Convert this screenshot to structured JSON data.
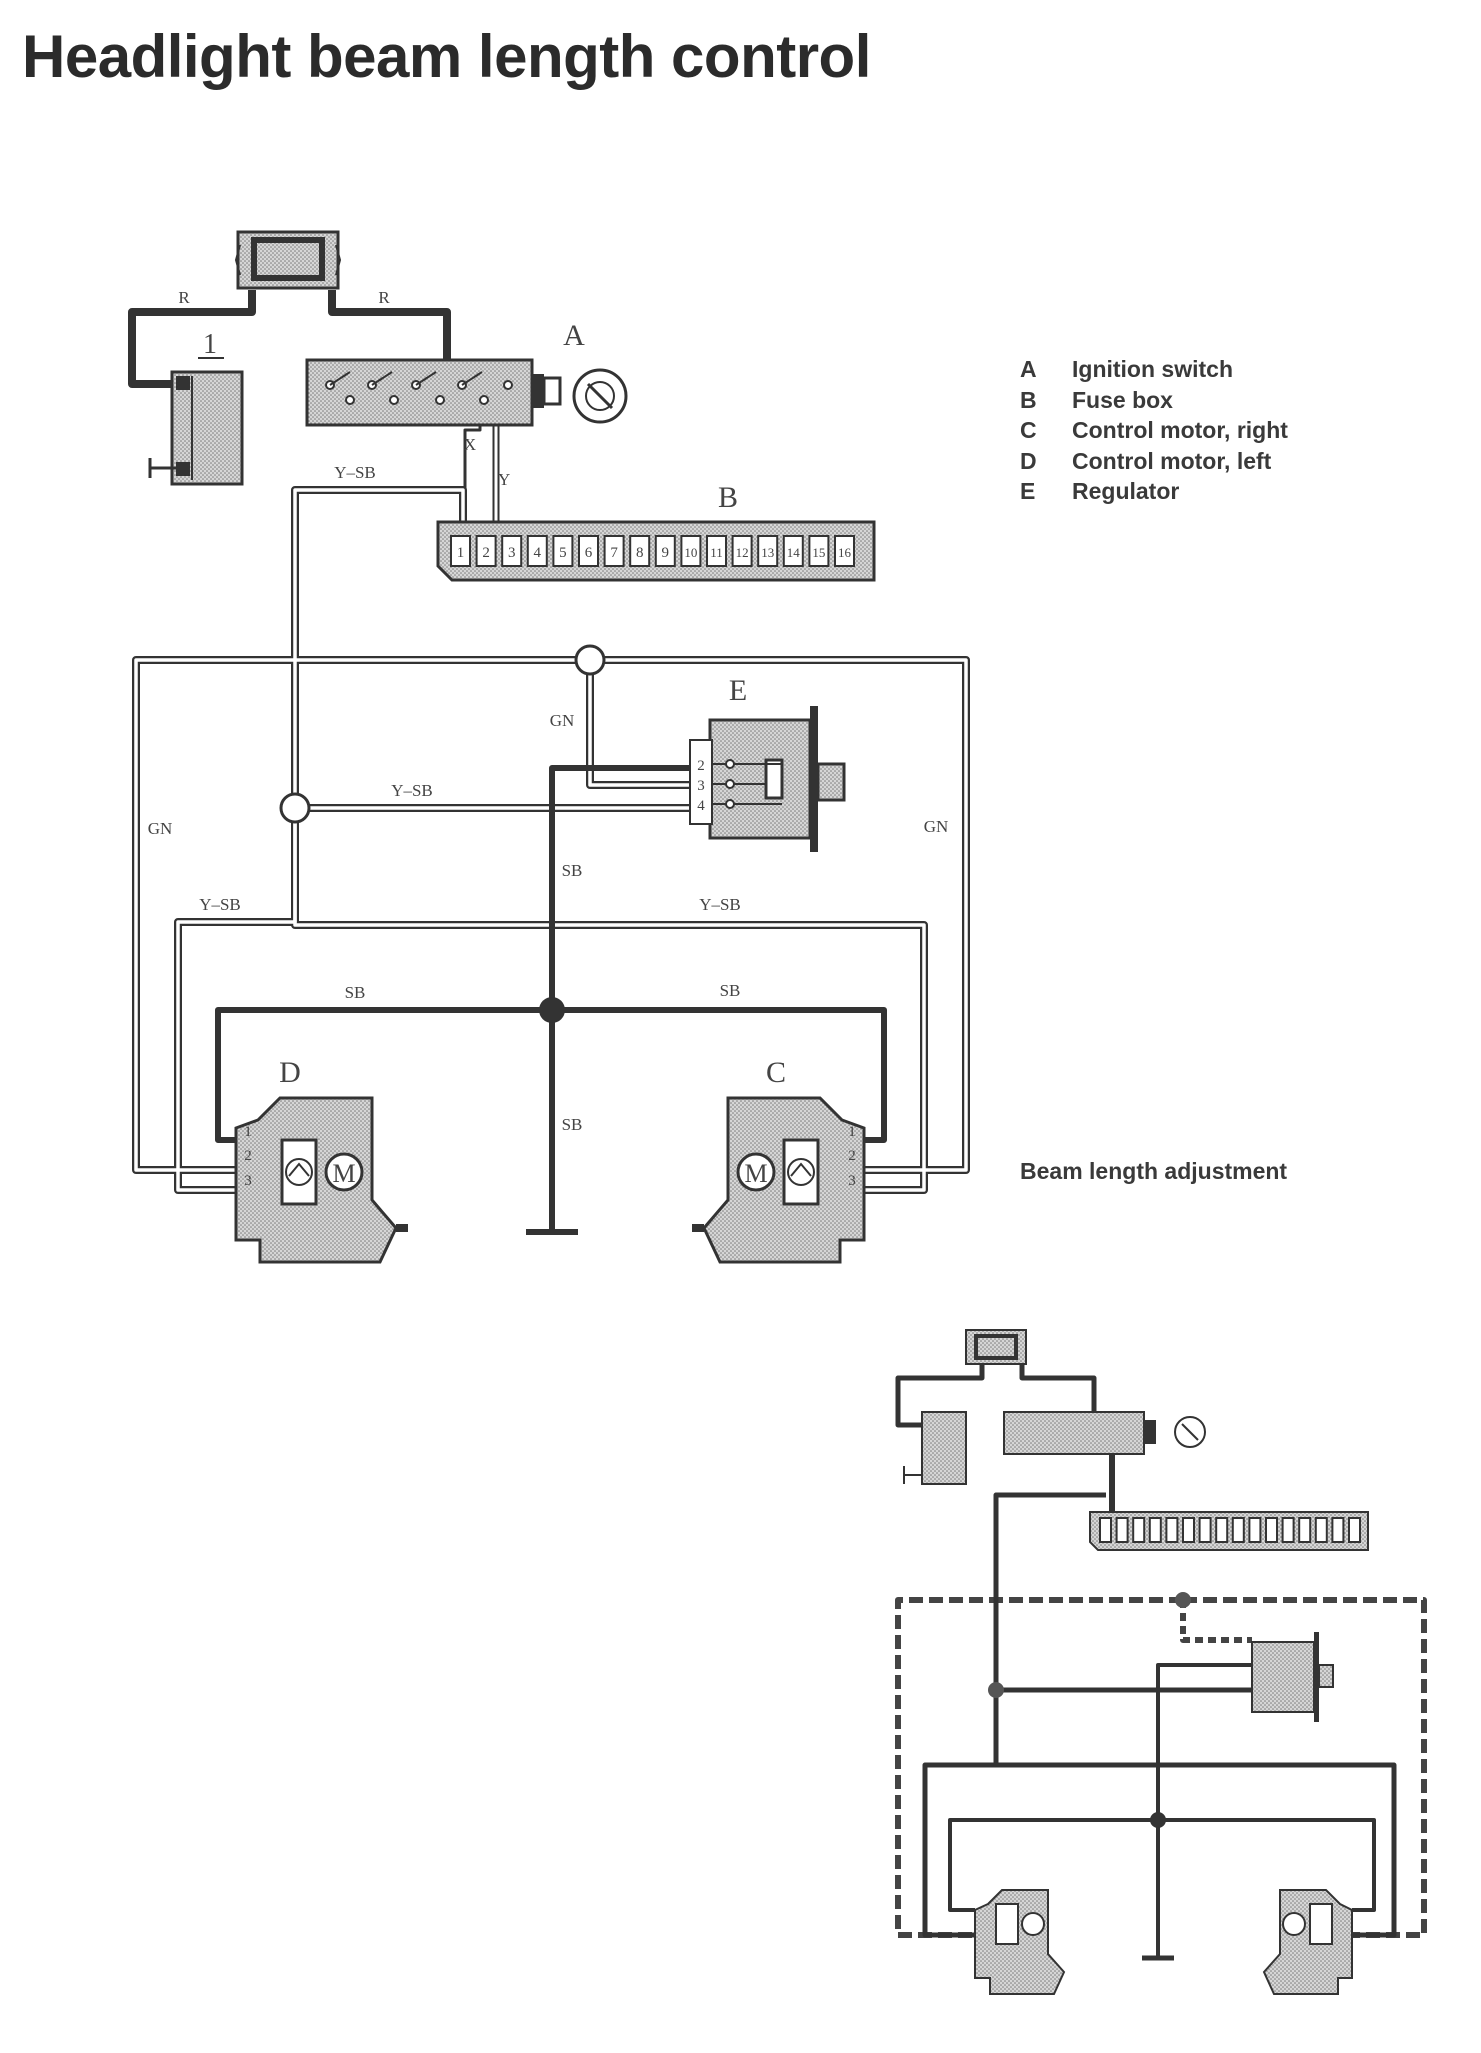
{
  "title": "Headlight beam length control",
  "legend": [
    {
      "key": "A",
      "label": "Ignition switch"
    },
    {
      "key": "B",
      "label": "Fuse box"
    },
    {
      "key": "C",
      "label": "Control motor, right"
    },
    {
      "key": "D",
      "label": "Control motor, left"
    },
    {
      "key": "E",
      "label": "Regulator"
    }
  ],
  "component_letters": {
    "A": "A",
    "B": "B",
    "C": "C",
    "D": "D",
    "E": "E"
  },
  "battery_number": "1",
  "wire_labels": {
    "r_left": "R",
    "r_right": "R",
    "x": "X",
    "y": "Y",
    "y_sb_top": "Y–SB",
    "y_sb_mid": "Y–SB",
    "y_sb_left": "Y–SB",
    "y_sb_right": "Y–SB",
    "gn_top": "GN",
    "gn_left": "GN",
    "gn_right": "GN",
    "sb_upper": "SB",
    "sb_left": "SB",
    "sb_right": "SB",
    "sb_lower": "SB"
  },
  "fuse_numbers": [
    "1",
    "2",
    "3",
    "4",
    "5",
    "6",
    "7",
    "8",
    "9",
    "10",
    "11",
    "12",
    "13",
    "14",
    "15",
    "16"
  ],
  "regulator_pins": [
    "2",
    "3",
    "4"
  ],
  "motor_pins": [
    "1",
    "2",
    "3"
  ],
  "motor_symbol": "M",
  "adjustment_caption": "Beam length adjustment"
}
